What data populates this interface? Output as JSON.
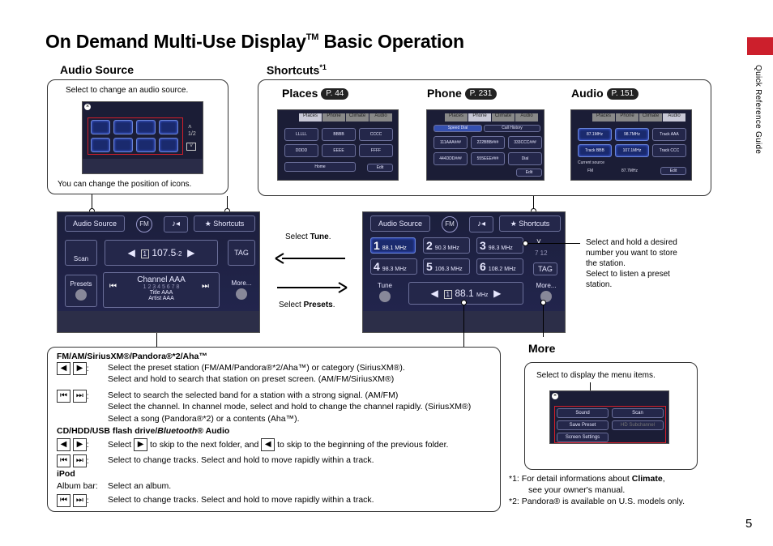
{
  "title": "On Demand Multi-Use Display",
  "title_tm": "TM",
  "title_rest": " Basic Operation",
  "side_tab": "Quick Reference Guide",
  "page_number": "5",
  "audio_source": {
    "heading": "Audio Source",
    "top_note": "Select to change an audio source.",
    "bottom_note": "You can change the position of icons."
  },
  "shortcuts": {
    "heading": "Shortcuts",
    "sup": "*1",
    "places": {
      "label": "Places",
      "ref": "P. 44"
    },
    "phone": {
      "label": "Phone",
      "ref": "P. 231"
    },
    "audio": {
      "label": "Audio",
      "ref": "P. 151"
    }
  },
  "screen_tabs": [
    "Places",
    "Phone",
    "Climate",
    "Audio"
  ],
  "places_screen": {
    "items": [
      "1",
      "LLLLL",
      "2",
      "BBBB",
      "3",
      "CCCC",
      "4",
      "DDDD",
      "5",
      "EEEE",
      "6",
      "FFFF"
    ],
    "home": "Home",
    "edit": "Edit"
  },
  "phone_screen": {
    "speed": "Speed Dial",
    "history": "Call History",
    "items": [
      "1",
      "111AAA###",
      "2",
      "222BBB###",
      "3",
      "333CCC###",
      "4",
      "444DDD###",
      "5",
      "555EEE###"
    ],
    "dial": "Dial",
    "edit": "Edit"
  },
  "audio_screen": {
    "items": [
      "87.1MHz",
      "98.7MHz",
      "Track AAA",
      "Track BBB",
      "107.1MHz",
      "Track CCC"
    ],
    "current_label": "Current source",
    "fm": "FM",
    "freq": "87.7MHz",
    "edit": "Edit"
  },
  "left_screen": {
    "audio_source": "Audio Source",
    "fm": "FM",
    "shortcuts": "Shortcuts",
    "scan": "Scan",
    "preset_no": "1",
    "freq": "107.5",
    "sub": "-2",
    "tag": "TAG",
    "presets": "Presets",
    "channel": "Channel AAA",
    "channels": "1 2 3 4 5 6 7 8",
    "title": "Title AAA",
    "artist": "Artist AAA",
    "more": "More..."
  },
  "right_screen": {
    "audio_source": "Audio Source",
    "fm": "FM",
    "shortcuts": "Shortcuts",
    "presets": [
      {
        "n": "1",
        "f": "88.1 MHz"
      },
      {
        "n": "2",
        "f": "90.3 MHz"
      },
      {
        "n": "3",
        "f": "98.3 MHz"
      },
      {
        "n": "4",
        "f": "98.3 MHz"
      },
      {
        "n": "5",
        "f": "106.3 MHz"
      },
      {
        "n": "6",
        "f": "108.2 MHz"
      }
    ],
    "page": "7 12",
    "tag": "TAG",
    "tune": "Tune",
    "preset_no": "1",
    "freq": "88.1",
    "unit": "MHz",
    "more": "More..."
  },
  "select_tune": {
    "pre": "Select ",
    "bold": "Tune",
    "post": "."
  },
  "select_presets": {
    "pre": "Select ",
    "bold": "Presets",
    "post": "."
  },
  "right_note": [
    "Select and hold a desired",
    "number you want to store",
    "the station.",
    "Select to listen a preset",
    "station."
  ],
  "more": {
    "heading": "More",
    "note": "Select to display the menu items.",
    "menu": [
      "Sound",
      "Scan",
      "Save Preset",
      "HD Subchannel",
      "Screen Settings"
    ]
  },
  "fm_block": {
    "heading": "FM/AM/SiriusXM®/Pandora®*2/Aha™",
    "l1": "Select the preset station (FM/AM/Pandora®*2/Aha™) or category (SiriusXM®).",
    "l2": "Select and hold to search that station on preset screen. (AM/FM/SiriusXM®)",
    "l3": "Select to search the selected band for a station with a strong signal. (AM/FM)",
    "l4": "Select the channel. In channel mode, select and hold to change the channel rapidly. (SiriusXM®)",
    "l5": "Select a song (Pandora®*2) or a contents (Aha™)."
  },
  "cd_block": {
    "heading_pre": "CD/HDD/USB flash drive/",
    "heading_em": "Bluetooth",
    "heading_post": "® Audio",
    "l1_pre": "Select",
    "l1_mid": "to skip to the next folder, and",
    "l1_post": "to skip to the beginning of the previous folder.",
    "l2": "Select to change tracks. Select and hold to move rapidly within a track."
  },
  "ipod_block": {
    "heading": "iPod",
    "album": "Album bar:",
    "album_text": "Select an album.",
    "l2": "Select to change tracks. Select and hold to move rapidly within a track."
  },
  "footnotes": {
    "n1_pre": "*1:  For detail informations about ",
    "n1_bold": "Climate",
    "n1_post": ",",
    "n1b": "see your owner's manual.",
    "n2": "*2:  Pandora® is available on U.S. models only."
  }
}
